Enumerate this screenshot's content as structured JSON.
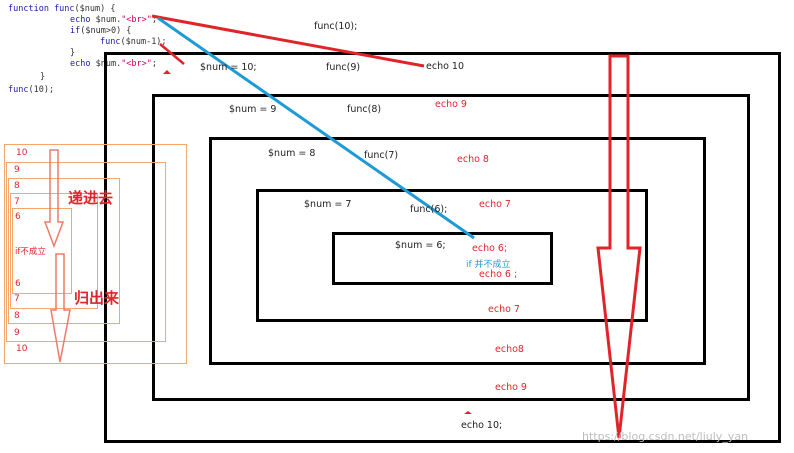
{
  "code_lines": [
    {
      "parts": [
        {
          "t": "function ",
          "c": "kw"
        },
        {
          "t": "func",
          "c": "fn"
        },
        {
          "t": "($num) {",
          "c": "var"
        }
      ]
    },
    {
      "parts": [
        {
          "t": "echo ",
          "c": "kw"
        },
        {
          "t": "$num.",
          "c": "var"
        },
        {
          "t": "\"<br>\"",
          "c": "str"
        },
        {
          "t": ";",
          "c": "var"
        }
      ]
    },
    {
      "parts": [
        {
          "t": "if",
          "c": "kw"
        },
        {
          "t": "($num>0) {",
          "c": "var"
        }
      ]
    },
    {
      "parts": [
        {
          "t": "func",
          "c": "fn"
        },
        {
          "t": "($num-1);",
          "c": "var"
        }
      ]
    },
    {
      "parts": [
        {
          "t": "}",
          "c": "var"
        }
      ]
    },
    {
      "parts": [
        {
          "t": "echo ",
          "c": "kw"
        },
        {
          "t": "$num.",
          "c": "var"
        },
        {
          "t": "\"<br>\"",
          "c": "str"
        },
        {
          "t": ";",
          "c": "var"
        }
      ]
    },
    {
      "parts": [
        {
          "t": "}",
          "c": "var"
        }
      ]
    },
    {
      "parts": [
        {
          "t": "func",
          "c": "fn"
        },
        {
          "t": "(10);",
          "c": "var"
        }
      ]
    }
  ],
  "calls": [
    "func(10);",
    "func(9)",
    "func(8)",
    "func(7)",
    "func(6);"
  ],
  "nums": [
    "$num = 10;",
    "$num = 9",
    "$num =  8",
    "$num = 7",
    "$num = 6;"
  ],
  "echo_down": [
    "echo 10",
    "echo 9",
    "echo 8",
    "echo 7",
    "echo 6;"
  ],
  "if_false": "if 并不成立",
  "echo_up": [
    "echo 6 ;",
    "echo 7",
    "echo8",
    "echo 9",
    "echo 10;"
  ],
  "stack_labels": [
    "10",
    "9",
    "8",
    "7",
    "6",
    "if不成立",
    "6",
    "7",
    "8",
    "9",
    "10"
  ],
  "recurse_in": "递进去",
  "return_out": "归出来",
  "watermark": "https://blog.csdn.net/liuly_yan",
  "colors": {
    "red": "#e0242a",
    "blue": "#1e9ad6",
    "orange": "#f5a66a",
    "black": "#000000"
  }
}
